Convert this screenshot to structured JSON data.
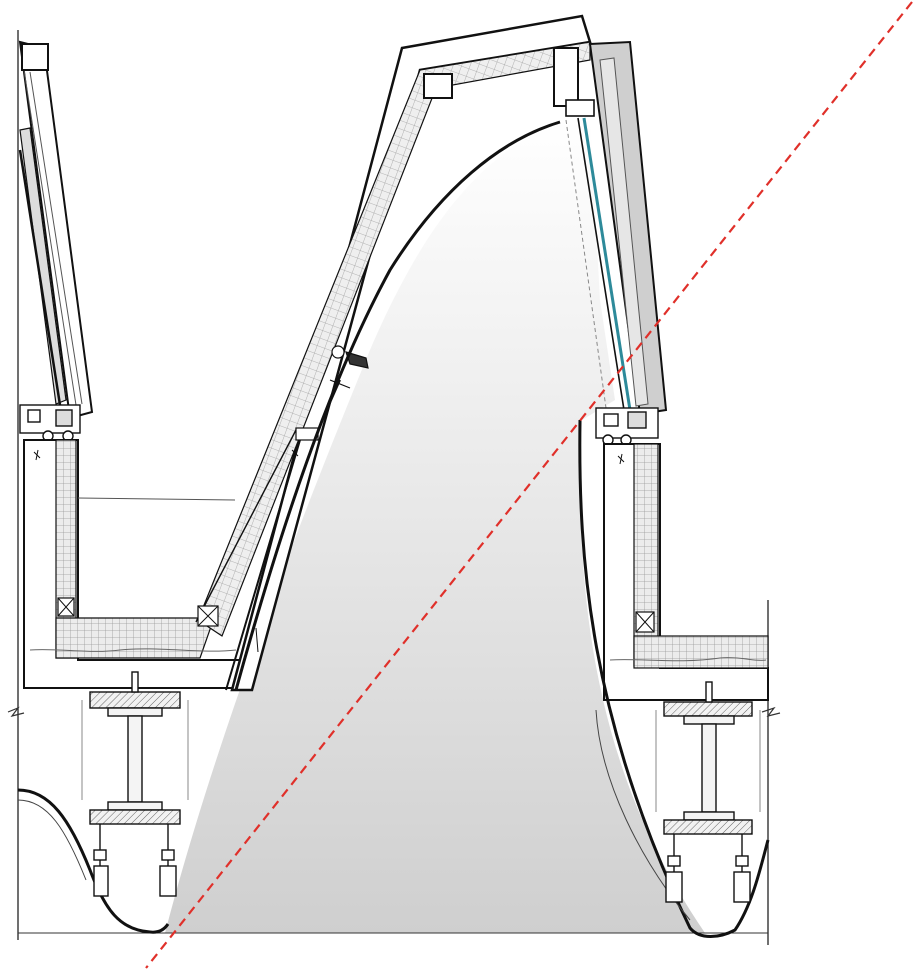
{
  "drawing": {
    "kind": "architectural section detail",
    "labels": [],
    "colors": {
      "line": "#111111",
      "thin_line": "#555555",
      "insulation_fill": "#ececec",
      "insulation_pattern": "#9a9a9a",
      "light_well_top": "#ffffff",
      "light_well_bottom": "#cfcfcf",
      "sun_ray": "#e0302a",
      "glazing": "#2d8a9a",
      "steel_fill": "#f4f4f4"
    },
    "icons": [
      "steel-i-beam",
      "hanger-rod",
      "window-hinge",
      "operable-skylight-sash"
    ]
  }
}
